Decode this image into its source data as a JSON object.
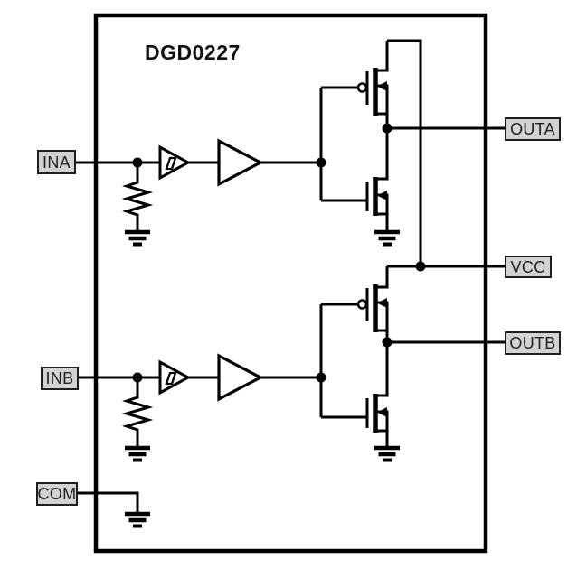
{
  "diagram": {
    "title": "DGD0227",
    "pins": {
      "ina": "INA",
      "inb": "INB",
      "com": "COM",
      "outa": "OUTA",
      "vcc": "VCC",
      "outb": "OUTB"
    },
    "symbols": {
      "schmitt_trigger": "schmitt-trigger-buffer-icon",
      "driver_buffer": "triangle-buffer-icon",
      "pulldown_resistor": "resistor-zigzag-icon",
      "high_side_transistor": "pmos-transistor-icon",
      "low_side_transistor": "nmos-transistor-icon",
      "ground": "earth-ground-icon"
    },
    "colors": {
      "line": "#000000",
      "pin_box_fill": "#d2d2d2",
      "pin_box_border": "#1f1f1f",
      "text": "#111111",
      "background": "#ffffff"
    }
  }
}
